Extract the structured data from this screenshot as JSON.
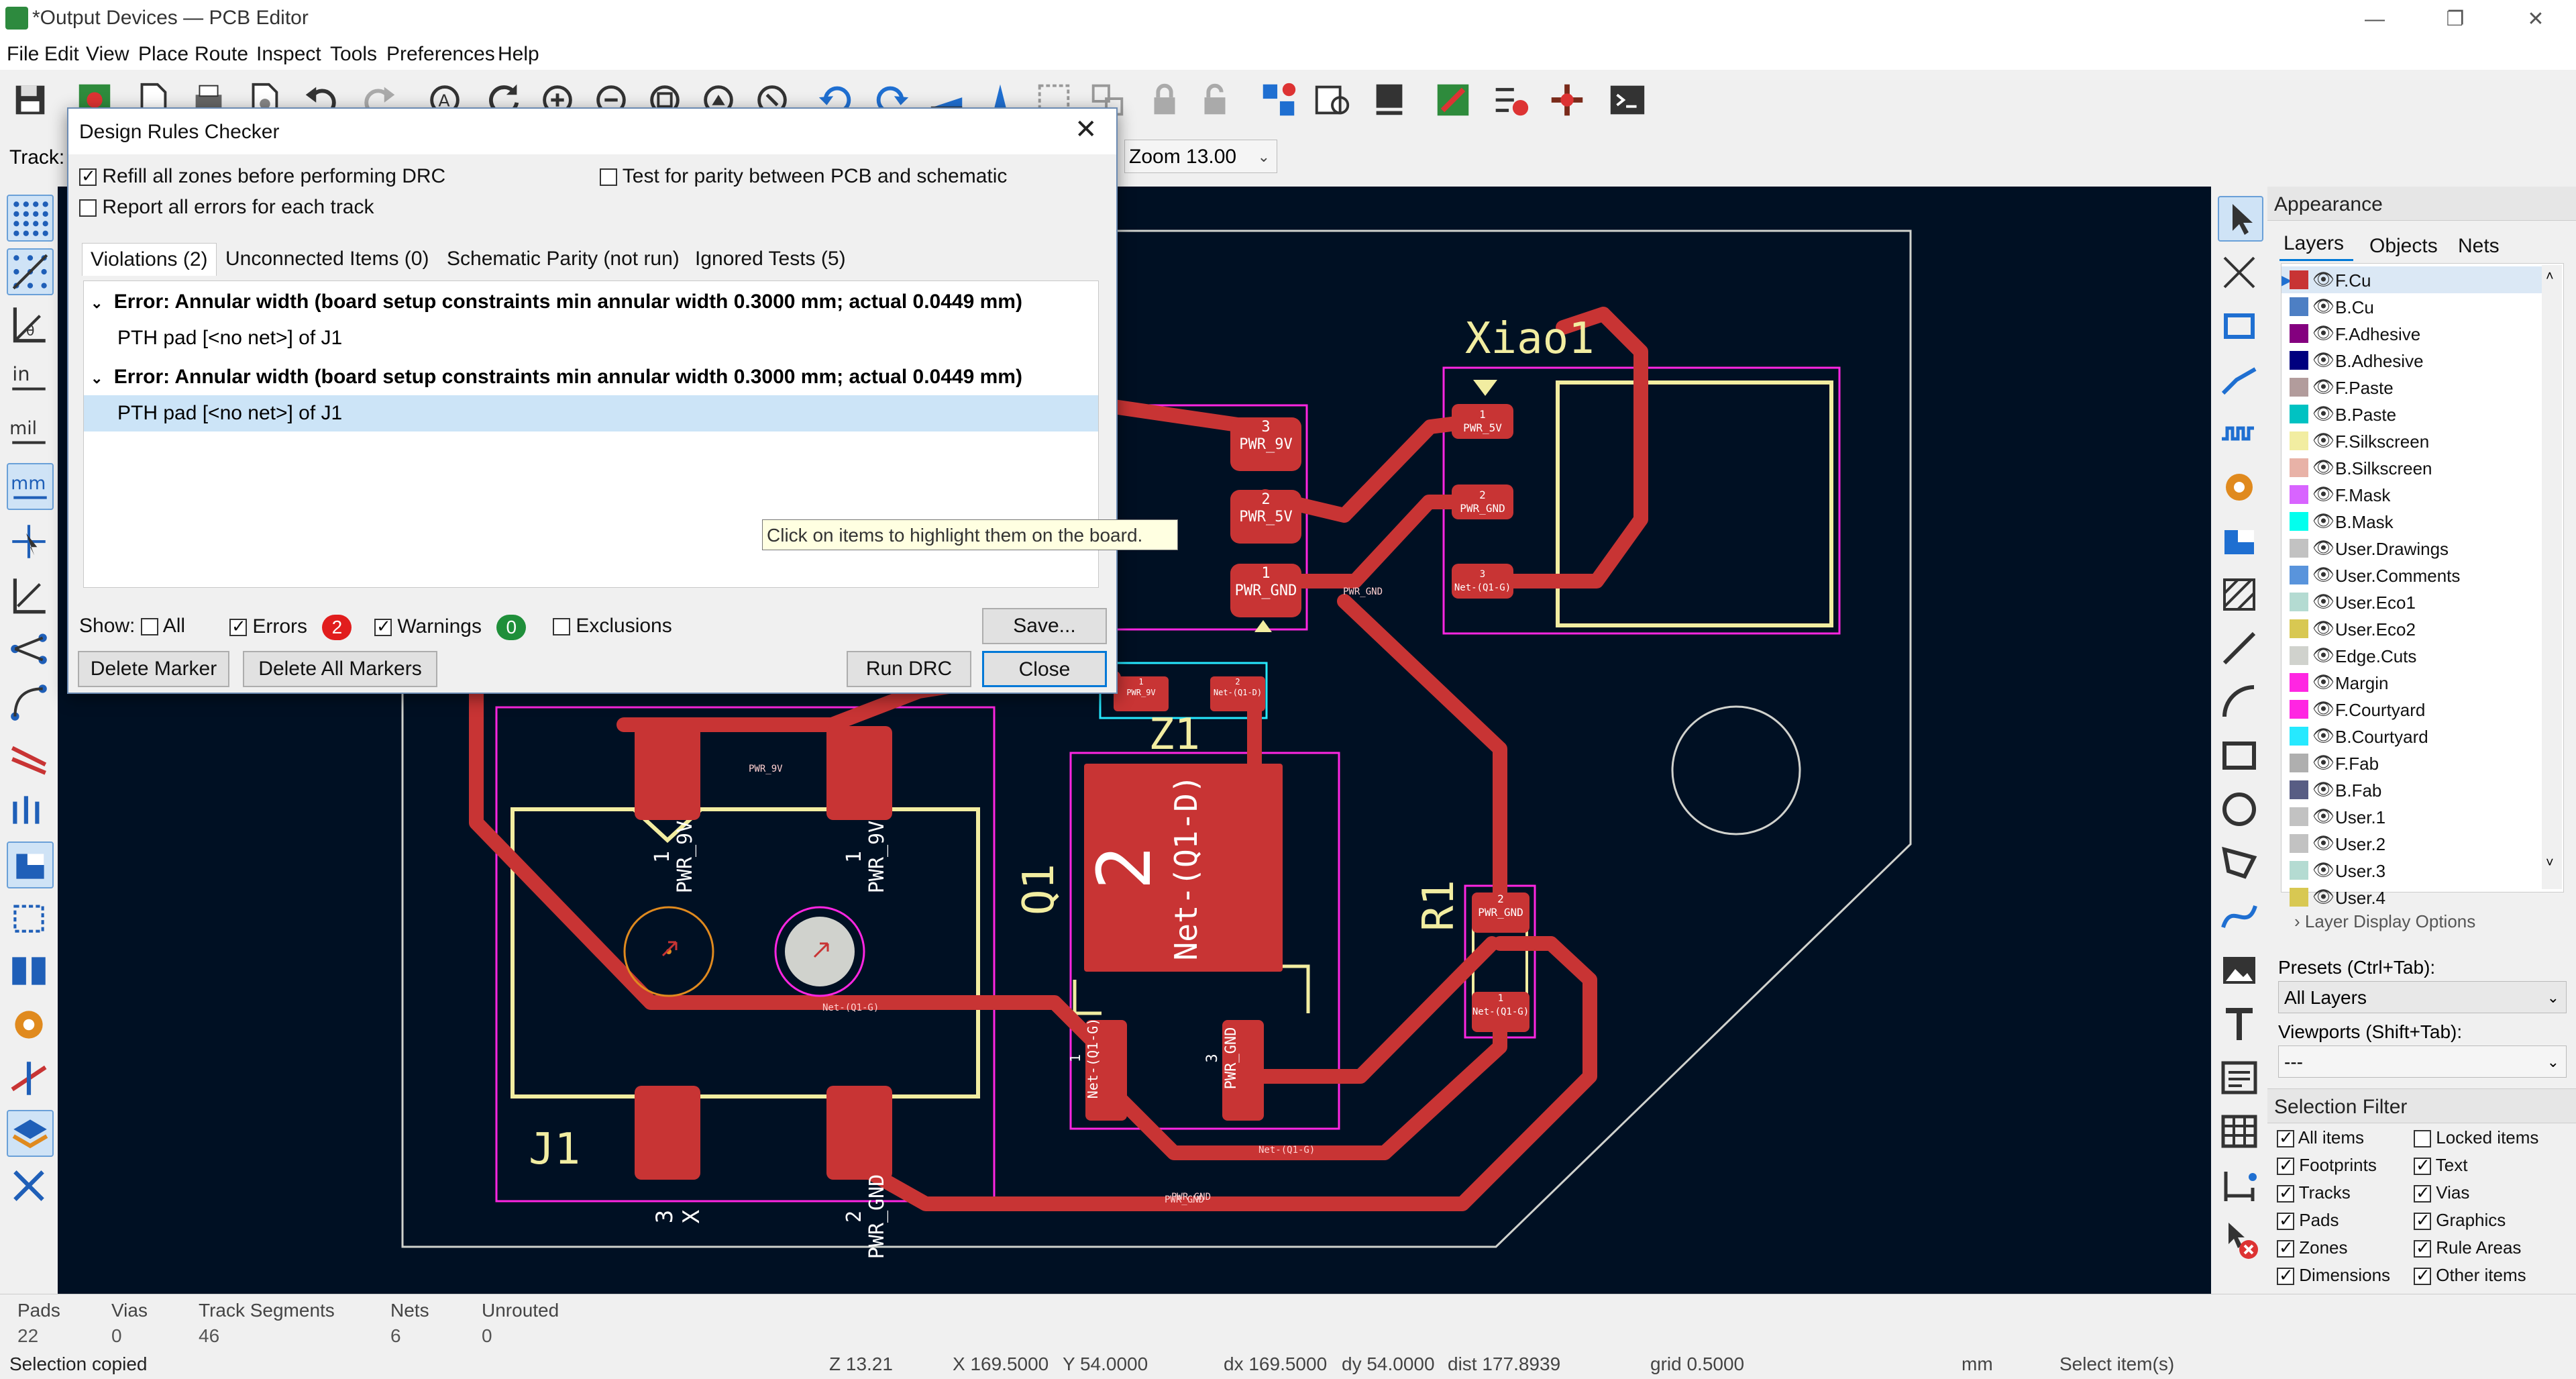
{
  "window": {
    "title": "*Output Devices — PCB Editor"
  },
  "menu": [
    "File",
    "Edit",
    "View",
    "Place",
    "Route",
    "Inspect",
    "Tools",
    "Preferences",
    "Help"
  ],
  "toolbar2": {
    "track_label": "Track:",
    "zoom_value": "Zoom 13.00"
  },
  "pcb": {
    "labels": {
      "xiao": "Xiao1",
      "z1": "Z1",
      "q1": "Q1",
      "r1": "R1",
      "j1": "J1"
    },
    "pads": {
      "j1_p1": [
        "1",
        "PWR_9V"
      ],
      "j1_p1b": [
        "1",
        "PWR_9V"
      ],
      "j1_p3": [
        "3",
        "X"
      ],
      "j1_p2": [
        "2",
        "PWR_GND"
      ],
      "conn_p3": [
        "3",
        "PWR_9V"
      ],
      "conn_p2": [
        "2",
        "PWR_5V"
      ],
      "conn_p1": [
        "1",
        "PWR_GND"
      ],
      "x_p1": [
        "1",
        "PWR_5V"
      ],
      "x_p2": [
        "2",
        "PWR_GND"
      ],
      "x_p3": [
        "3",
        "Net-(Q1-G)"
      ],
      "q1_big": [
        "2",
        "Net-(Q1-D)"
      ],
      "q1_p1": [
        "1",
        "Net-(Q1-G)"
      ],
      "q1_p3": [
        "3",
        "PWR_GND"
      ],
      "r1_p2": [
        "2",
        "PWR_GND"
      ],
      "r1_p1": [
        "1",
        "Net-(Q1-G)"
      ],
      "z1_p1": [
        "1",
        "PWR_9V"
      ],
      "z1_p2": [
        "2",
        "Net-(Q1-D)"
      ]
    },
    "net_labels": [
      "PWR_9V",
      "PWR_GND",
      "Net-(Q1-G)",
      "Net-(Q1-D)",
      "PWR_5V"
    ]
  },
  "dialog": {
    "title": "Design Rules Checker",
    "opt_refill": "Refill all zones before performing DRC",
    "opt_report_all": "Report all errors for each track",
    "opt_parity": "Test for parity between PCB and schematic",
    "tabs": [
      "Violations (2)",
      "Unconnected Items (0)",
      "Schematic Parity (not run)",
      "Ignored Tests (5)"
    ],
    "violations": [
      {
        "error": "Error: Annular width (board setup constraints min annular width 0.3000 mm; actual 0.0449 mm)",
        "item": "PTH pad [<no net>] of J1"
      },
      {
        "error": "Error: Annular width (board setup constraints min annular width 0.3000 mm; actual 0.0449 mm)",
        "item": "PTH pad [<no net>] of J1"
      }
    ],
    "show_label": "Show:",
    "filter_all": "All",
    "filter_errors": "Errors",
    "errors_count": "2",
    "filter_warnings": "Warnings",
    "warnings_count": "0",
    "filter_exclusions": "Exclusions",
    "btn_save": "Save...",
    "btn_delete_marker": "Delete Marker",
    "btn_delete_all": "Delete All Markers",
    "btn_run": "Run DRC",
    "btn_close": "Close",
    "tooltip": "Click on items to highlight them on the board."
  },
  "appearance": {
    "title": "Appearance",
    "tabs": [
      "Layers",
      "Objects",
      "Nets"
    ],
    "layers": [
      {
        "name": "F.Cu",
        "color": "#c83434"
      },
      {
        "name": "B.Cu",
        "color": "#4d7fc4"
      },
      {
        "name": "F.Adhesive",
        "color": "#84007f"
      },
      {
        "name": "B.Adhesive",
        "color": "#00007f"
      },
      {
        "name": "F.Paste",
        "color": "#b29c9c"
      },
      {
        "name": "B.Paste",
        "color": "#00c2c2"
      },
      {
        "name": "F.Silkscreen",
        "color": "#f2eda1"
      },
      {
        "name": "B.Silkscreen",
        "color": "#e8b2a7"
      },
      {
        "name": "F.Mask",
        "color": "#d864ff"
      },
      {
        "name": "B.Mask",
        "color": "#02ffee"
      },
      {
        "name": "User.Drawings",
        "color": "#c2c2c2"
      },
      {
        "name": "User.Comments",
        "color": "#5994dc"
      },
      {
        "name": "User.Eco1",
        "color": "#b4dbd2"
      },
      {
        "name": "User.Eco2",
        "color": "#d8c852"
      },
      {
        "name": "Edge.Cuts",
        "color": "#d0d2cd"
      },
      {
        "name": "Margin",
        "color": "#ff26e2"
      },
      {
        "name": "F.Courtyard",
        "color": "#ff26e2"
      },
      {
        "name": "B.Courtyard",
        "color": "#26e9ff"
      },
      {
        "name": "F.Fab",
        "color": "#afafaf"
      },
      {
        "name": "B.Fab",
        "color": "#585d84"
      },
      {
        "name": "User.1",
        "color": "#c2c2c2"
      },
      {
        "name": "User.2",
        "color": "#c2c2c2"
      },
      {
        "name": "User.3",
        "color": "#b4dbd2"
      },
      {
        "name": "User.4",
        "color": "#d8c852"
      }
    ],
    "layer_display_options": "Layer Display Options",
    "presets_label": "Presets (Ctrl+Tab):",
    "presets_value": "All Layers",
    "viewports_label": "Viewports (Shift+Tab):",
    "viewports_value": "---",
    "selection_filter_title": "Selection Filter",
    "selection_filter": [
      {
        "label": "All items",
        "checked": true
      },
      {
        "label": "Locked items",
        "checked": false
      },
      {
        "label": "Footprints",
        "checked": true
      },
      {
        "label": "Text",
        "checked": true
      },
      {
        "label": "Tracks",
        "checked": true
      },
      {
        "label": "Vias",
        "checked": true
      },
      {
        "label": "Pads",
        "checked": true
      },
      {
        "label": "Graphics",
        "checked": true
      },
      {
        "label": "Zones",
        "checked": true
      },
      {
        "label": "Rule Areas",
        "checked": true
      },
      {
        "label": "Dimensions",
        "checked": true
      },
      {
        "label": "Other items",
        "checked": true
      }
    ]
  },
  "stats": [
    {
      "label": "Pads",
      "value": "22"
    },
    {
      "label": "Vias",
      "value": "0"
    },
    {
      "label": "Track Segments",
      "value": "46"
    },
    {
      "label": "Nets",
      "value": "6"
    },
    {
      "label": "Unrouted",
      "value": "0"
    }
  ],
  "status": {
    "message": "Selection copied",
    "zoom": "Z 13.21",
    "x": "X 169.5000",
    "y": "Y 54.0000",
    "dx": "dx 169.5000",
    "dy": "dy 54.0000",
    "dist": "dist 177.8939",
    "grid": "grid 0.5000",
    "units": "mm",
    "mode": "Select item(s)"
  },
  "colors": {
    "canvas_bg": "#001023",
    "copper": "#c83434",
    "silk": "#f2eda1",
    "courtyard": "#ff26e2",
    "edge": "#d0d2cd",
    "accent": "#0078d7"
  }
}
